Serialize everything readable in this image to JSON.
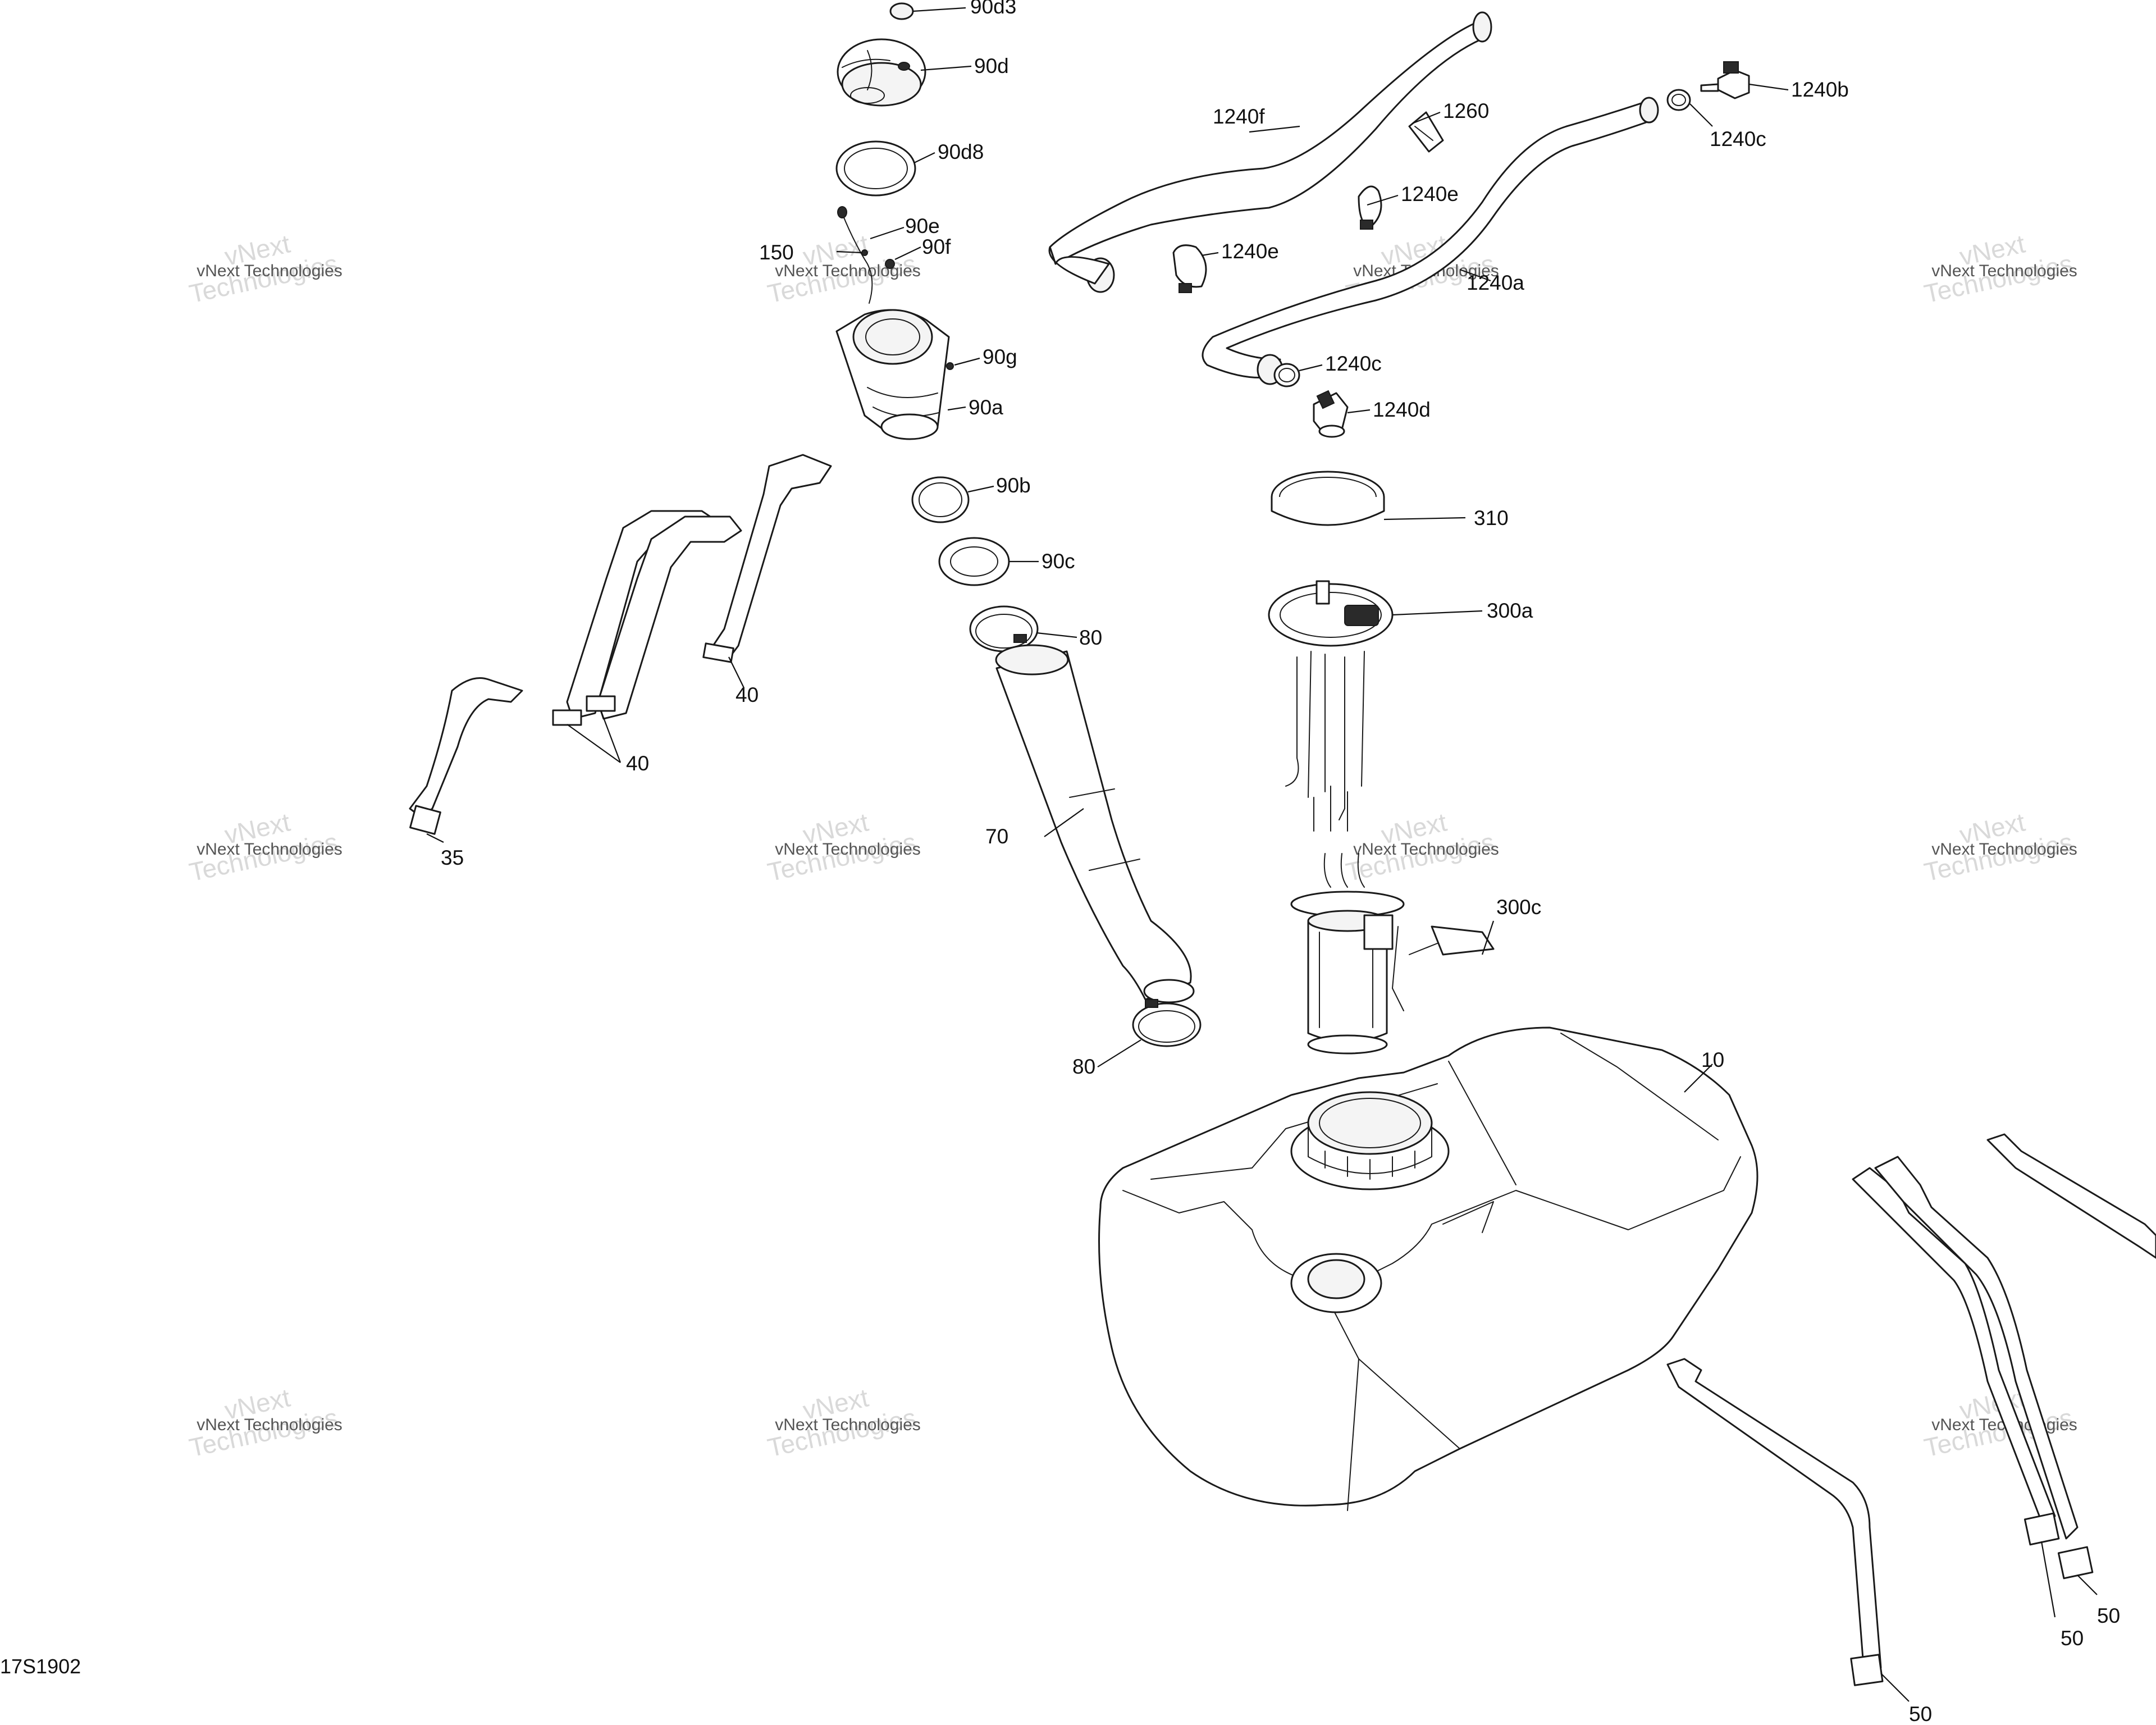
{
  "figure_id": "17S1902",
  "watermark": {
    "line1": "vNext",
    "line2": "Technologies",
    "small": "vNext Technologies"
  },
  "callouts": {
    "c90d3": "90d3",
    "c90d": "90d",
    "c90d8": "90d8",
    "c90e": "90e",
    "c150": "150",
    "c90f": "90f",
    "c90g": "90g",
    "c90a": "90a",
    "c90b": "90b",
    "c90c": "90c",
    "c80_top": "80",
    "c80_bottom": "80",
    "c70": "70",
    "c40_single": "40",
    "c40_double": "40",
    "c35": "35",
    "c1240f": "1240f",
    "c1260": "1260",
    "c1240e_right": "1240e",
    "c1240e_left": "1240e",
    "c1240a": "1240a",
    "c1240b": "1240b",
    "c1240c_right": "1240c",
    "c1240c_left": "1240c",
    "c1240d": "1240d",
    "c310": "310",
    "c300a": "300a",
    "c300c": "300c",
    "c10": "10",
    "c50_a": "50",
    "c50_b": "50",
    "c50_c": "50"
  }
}
